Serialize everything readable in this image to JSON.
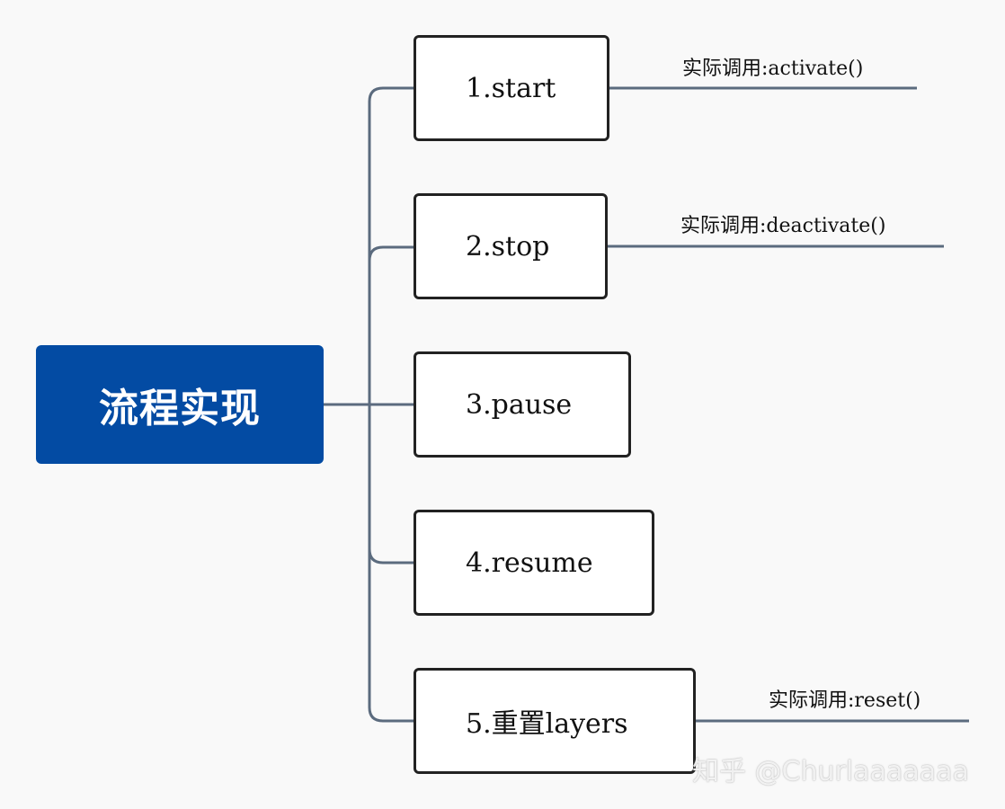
{
  "root": {
    "label": "流程实现",
    "color": "#034ba3"
  },
  "nodes": [
    {
      "label": "1.start",
      "note": "实际调用:activate()"
    },
    {
      "label": "2.stop",
      "note": "实际调用:deactivate()"
    },
    {
      "label": "3.pause"
    },
    {
      "label": "4.resume"
    },
    {
      "label": "5.重置layers",
      "note": "实际调用:reset()"
    }
  ],
  "watermark": "知乎 @Churlaaaaaaa",
  "colors": {
    "connector": "#5b6b7e",
    "node_border": "#222222",
    "background": "#f9f9f9"
  }
}
